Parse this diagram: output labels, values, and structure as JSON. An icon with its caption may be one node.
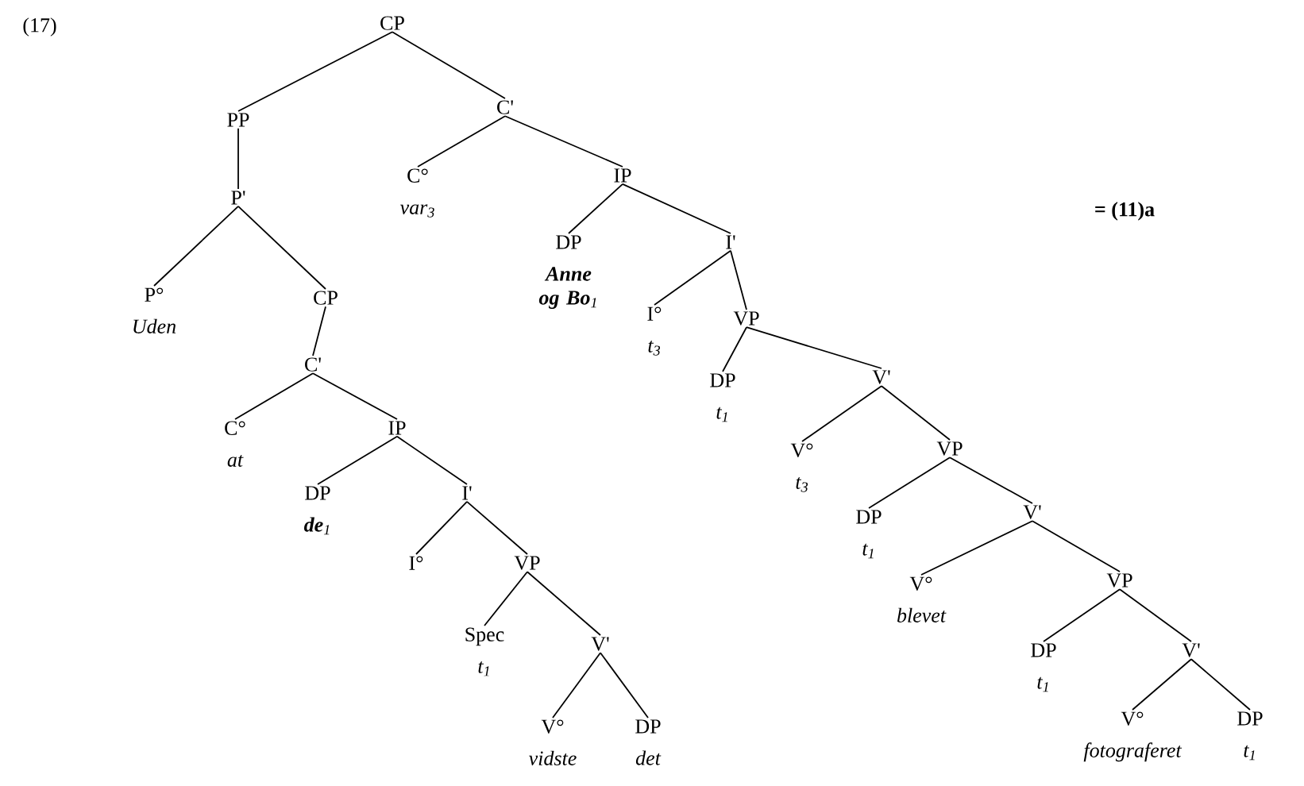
{
  "diagram": {
    "nodes": [
      {
        "text": [
          "CP"
        ]
      },
      {
        "text": [
          "PP"
        ]
      },
      {
        "text": [
          "C'"
        ]
      },
      {
        "text": [
          "P'"
        ]
      },
      {
        "text": [
          "C°",
          "var$_{3}$"
        ]
      },
      {
        "text": [
          "IP"
        ]
      },
      {
        "text": [
          "P°",
          "Uden"
        ]
      },
      {
        "text": [
          "CP"
        ]
      },
      {
        "text": [
          "DP",
          "**Anne og Bo**$_{1}$"
        ]
      },
      {
        "text": [
          "I'"
        ]
      },
      {
        "text": [
          "C'"
        ]
      },
      {
        "text": [
          "I°",
          "t$_{3}$"
        ]
      },
      {
        "text": [
          "VP"
        ]
      },
      {
        "text": [
          "C°",
          "at"
        ]
      },
      {
        "text": [
          "IP"
        ]
      },
      {
        "text": [
          "DP",
          "t$_{1}$"
        ]
      },
      {
        "text": [
          "V'"
        ]
      },
      {
        "text": [
          "DP",
          "**de**$_{1}$"
        ]
      },
      {
        "text": [
          "I'"
        ]
      },
      {
        "text": [
          "V°",
          "t$_{3}$"
        ]
      },
      {
        "text": [
          "VP"
        ]
      },
      {
        "text": [
          "I°"
        ]
      },
      {
        "text": [
          "VP"
        ]
      },
      {
        "text": [
          "DP",
          "t$_{1}$"
        ]
      },
      {
        "text": [
          "V'"
        ]
      },
      {
        "text": [
          "Spec",
          "t$_{1}$"
        ]
      },
      {
        "text": [
          "V'"
        ]
      },
      {
        "text": [
          "V°",
          "blevet"
        ]
      },
      {
        "text": [
          "VP"
        ]
      },
      {
        "text": [
          "DP",
          "t$_{1}$"
        ]
      },
      {
        "text": [
          "V'"
        ]
      },
      {
        "text": [
          "V°",
          "vidste"
        ]
      },
      {
        "text": [
          "DP",
          "det"
        ]
      },
      {
        "text": [
          "V°",
          "fotograferet"
        ]
      },
      {
        "text": [
          "DP",
          "t$_{1}$"
        ]
      }
    ],
    "edges": [
      {
        "from": 0,
        "to": 1,
        "arrow": "none"
      },
      {
        "from": 0,
        "to": 2,
        "arrow": "none"
      },
      {
        "from": 1,
        "to": 3,
        "arrow": "none"
      },
      {
        "from": 2,
        "to": 4,
        "arrow": "none"
      },
      {
        "from": 2,
        "to": 5,
        "arrow": "none"
      },
      {
        "from": 3,
        "to": 6,
        "arrow": "none"
      },
      {
        "from": 3,
        "to": 7,
        "arrow": "none"
      },
      {
        "from": 5,
        "to": 8,
        "arrow": "none"
      },
      {
        "from": 5,
        "to": 9,
        "arrow": "none"
      },
      {
        "from": 7,
        "to": 10,
        "arrow": "none"
      },
      {
        "from": 9,
        "to": 11,
        "arrow": "none"
      },
      {
        "from": 9,
        "to": 12,
        "arrow": "none"
      },
      {
        "from": 10,
        "to": 13,
        "arrow": "none"
      },
      {
        "from": 10,
        "to": 14,
        "arrow": "none"
      },
      {
        "from": 12,
        "to": 15,
        "arrow": "none"
      },
      {
        "from": 12,
        "to": 16,
        "arrow": "none"
      },
      {
        "from": 14,
        "to": 17,
        "arrow": "none"
      },
      {
        "from": 14,
        "to": 18,
        "arrow": "none"
      },
      {
        "from": 16,
        "to": 19,
        "arrow": "none"
      },
      {
        "from": 16,
        "to": 20,
        "arrow": "none"
      },
      {
        "from": 18,
        "to": 21,
        "arrow": "none"
      },
      {
        "from": 18,
        "to": 22,
        "arrow": "none"
      },
      {
        "from": 20,
        "to": 23,
        "arrow": "none"
      },
      {
        "from": 20,
        "to": 24,
        "arrow": "none"
      },
      {
        "from": 22,
        "to": 25,
        "arrow": "none"
      },
      {
        "from": 22,
        "to": 26,
        "arrow": "none"
      },
      {
        "from": 24,
        "to": 27,
        "arrow": "none"
      },
      {
        "from": 24,
        "to": 28,
        "arrow": "none"
      },
      {
        "from": 28,
        "to": 29,
        "arrow": "none"
      },
      {
        "from": 28,
        "to": 30,
        "arrow": "none"
      },
      {
        "from": 26,
        "to": 31,
        "arrow": "none"
      },
      {
        "from": 26,
        "to": 32,
        "arrow": "none"
      },
      {
        "from": 30,
        "to": 33,
        "arrow": "none"
      },
      {
        "from": 30,
        "to": 34,
        "arrow": "none"
      }
    ],
    "labels": [
      "(17)",
      "= (11)a"
    ]
  }
}
